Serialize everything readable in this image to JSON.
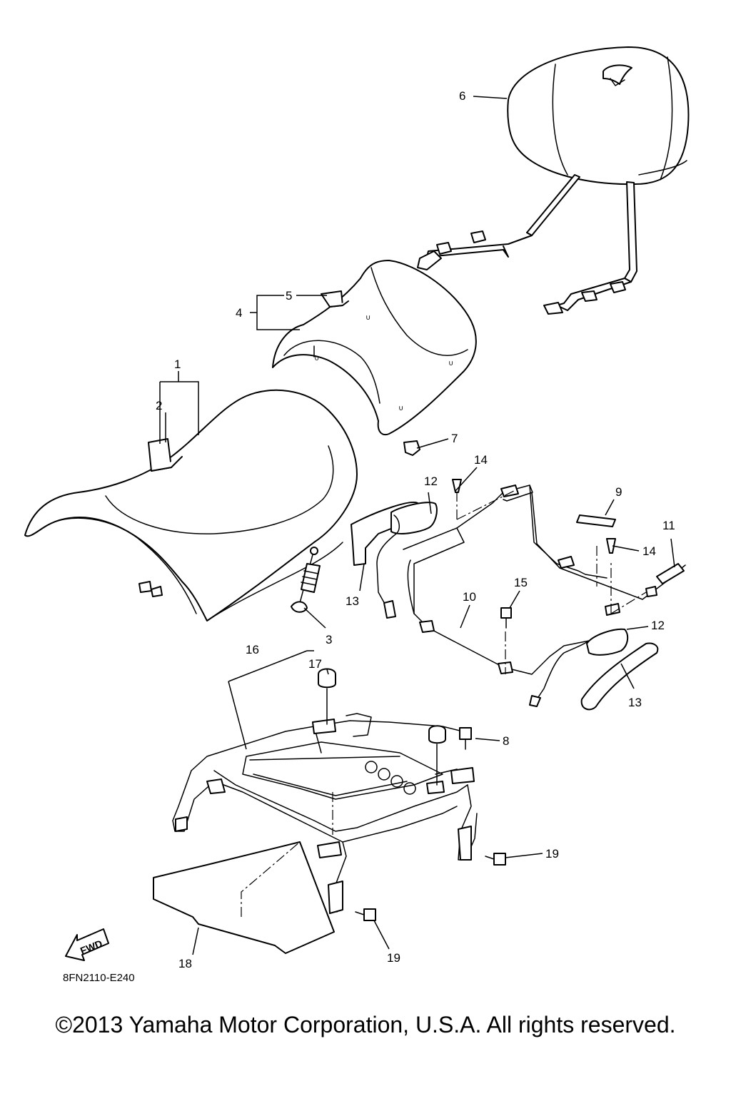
{
  "diagram_code": "8FN2110-E240",
  "copyright": "©2013 Yamaha Motor Corporation, U.S.A. All rights reserved.",
  "fwd_label": "FWD",
  "callouts": {
    "c1": "1",
    "c2": "2",
    "c3": "3",
    "c4": "4",
    "c5": "5",
    "c6": "6",
    "c7": "7",
    "c8": "8",
    "c9": "9",
    "c10": "10",
    "c11": "11",
    "c12a": "12",
    "c12b": "12",
    "c13a": "13",
    "c13b": "13",
    "c14a": "14",
    "c14b": "14",
    "c15": "15",
    "c16": "16",
    "c17": "17",
    "c18": "18",
    "c19a": "19",
    "c19b": "19"
  }
}
